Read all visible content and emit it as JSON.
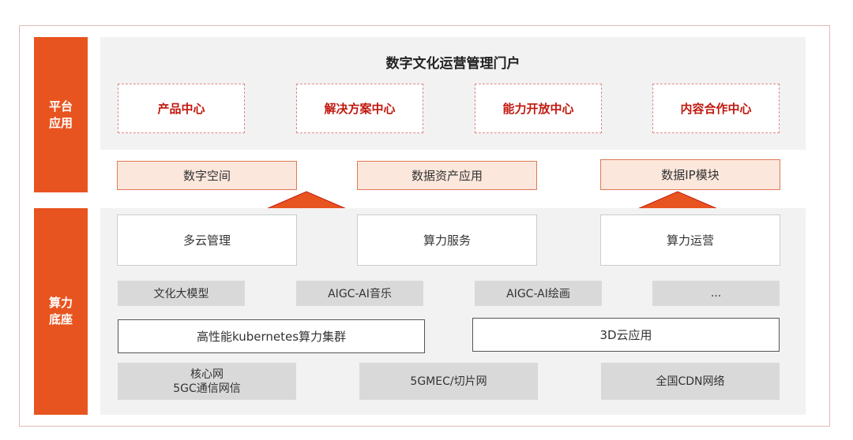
{
  "side_labels": {
    "platform": "平台\n应用",
    "compute": "算力\n底座"
  },
  "portal": {
    "title": "数字文化运营管理门户",
    "items": [
      "产品中心",
      "解决方案中心",
      "能力开放中心",
      "内容合作中心"
    ]
  },
  "apps": [
    "数字空间",
    "数据资产应用",
    "数据IP模块"
  ],
  "services": [
    "多云管理",
    "算力服务",
    "算力运营"
  ],
  "models": [
    "文化大模型",
    "AIGC-AI音乐",
    "AIGC-AI绘画",
    "..."
  ],
  "clusters": [
    "高性能kubernetes算力集群",
    "3D云应用"
  ],
  "networks": [
    "核心网\n5GC通信网信",
    "5GMEC/切片网",
    "全国CDN网络"
  ],
  "colors": {
    "accent": "#e8541f",
    "portal_text": "#c0180f",
    "app_fill": "#fce7dc",
    "panel": "#f2f2f2"
  }
}
